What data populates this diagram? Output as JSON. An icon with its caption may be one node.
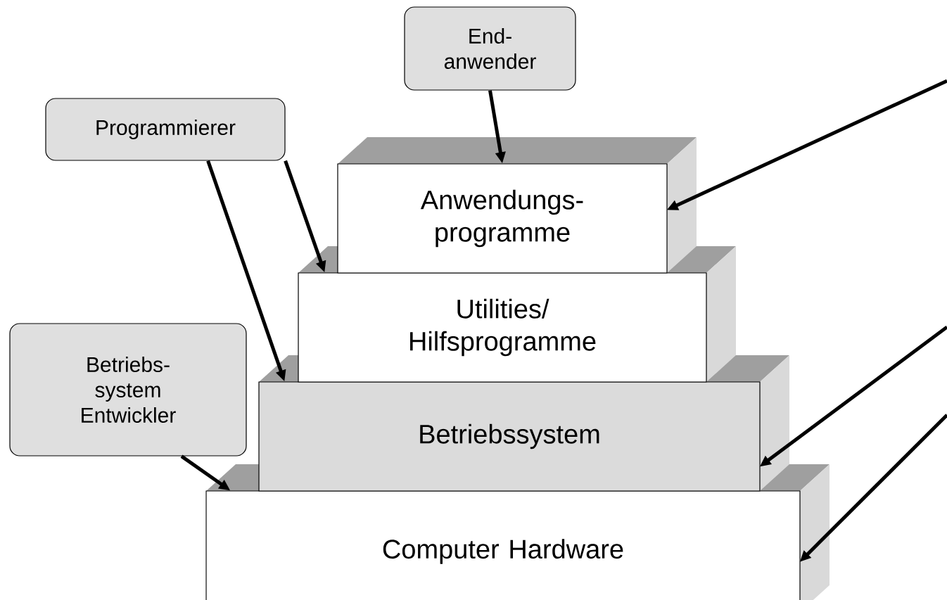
{
  "diagram": {
    "nodes": [
      {
        "text": [
          "End- anwender"
        ]
      },
      {
        "text": [
          "Programmierer"
        ]
      },
      {
        "text": [
          "Betriebs- system Entwickler"
        ]
      },
      {
        "text": [
          "Anwendungs- programme"
        ]
      },
      {
        "text": [
          "Utilities/ Hilfsprogramme"
        ]
      },
      {
        "text": [
          "Betriebssystem"
        ]
      },
      {
        "text": [
          "Computer Hardware"
        ]
      }
    ],
    "edges": [
      {
        "from": 0,
        "to": 3,
        "arrow": "to"
      },
      {
        "from": 1,
        "to": 4,
        "arrow": "to"
      },
      {
        "from": 1,
        "to": 5,
        "arrow": "to"
      },
      {
        "from": 2,
        "to": 6,
        "arrow": "to"
      },
      {
        "from": null,
        "to": 3,
        "arrow": "to"
      },
      {
        "from": null,
        "to": 5,
        "arrow": "to"
      },
      {
        "from": null,
        "to": 6,
        "arrow": "to"
      }
    ]
  }
}
